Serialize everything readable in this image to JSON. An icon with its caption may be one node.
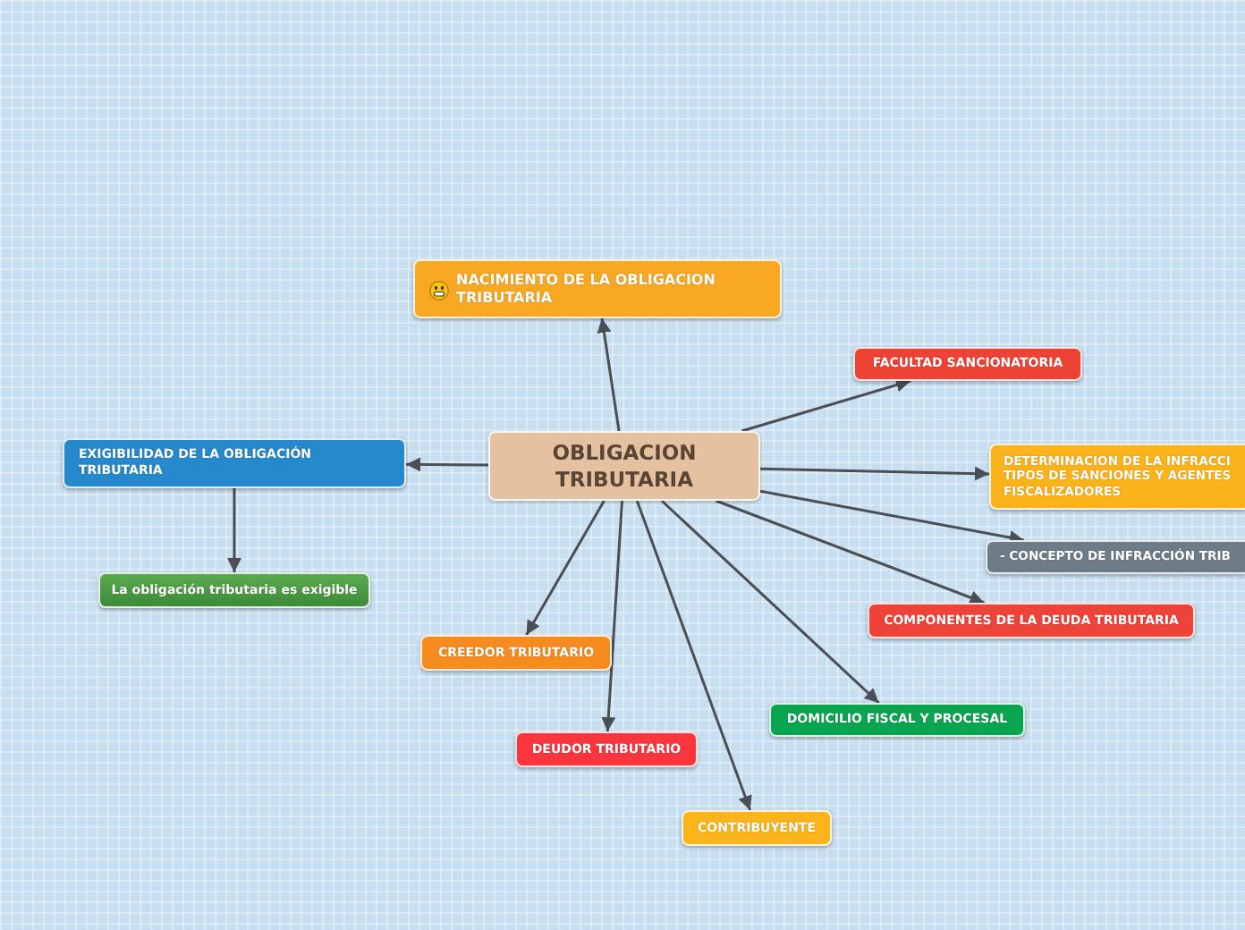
{
  "diagram": {
    "nodes": [
      {
        "text": [
          "OBLIGACION TRIBUTARIA"
        ]
      },
      {
        "text": [
          "NACIMIENTO DE LA OBLIGACION TRIBUTARIA"
        ]
      },
      {
        "text": [
          "FACULTAD SANCIONATORIA"
        ]
      },
      {
        "text": [
          "EXIGIBILIDAD DE LA OBLIGACIÓN TRIBUTARIA"
        ]
      },
      {
        "text": [
          "DETERMINACION DE LA INFRACCI TIPOS DE SANCIONES Y AGENTES FISCALIZADORES"
        ]
      },
      {
        "text": [
          "- CONCEPTO DE INFRACCIÓN TRIB"
        ]
      },
      {
        "text": [
          "La obligación tributaria es exigible"
        ]
      },
      {
        "text": [
          "COMPONENTES DE LA DEUDA TRIBUTARIA"
        ]
      },
      {
        "text": [
          "CREEDOR TRIBUTARIO"
        ]
      },
      {
        "text": [
          "DOMICILIO FISCAL Y PROCESAL"
        ]
      },
      {
        "text": [
          "DEUDOR TRIBUTARIO"
        ]
      },
      {
        "text": [
          "CONTRIBUYENTE"
        ]
      }
    ],
    "edges": [
      {
        "from": 0,
        "to": 1,
        "arrow": "to"
      },
      {
        "from": 0,
        "to": 2,
        "arrow": "to"
      },
      {
        "from": 0,
        "to": 3,
        "arrow": "to"
      },
      {
        "from": 0,
        "to": 4,
        "arrow": "to"
      },
      {
        "from": 0,
        "to": 5,
        "arrow": "to"
      },
      {
        "from": 3,
        "to": 6,
        "arrow": "to"
      },
      {
        "from": 0,
        "to": 7,
        "arrow": "to"
      },
      {
        "from": 0,
        "to": 8,
        "arrow": "to"
      },
      {
        "from": 0,
        "to": 9,
        "arrow": "to"
      },
      {
        "from": 0,
        "to": 10,
        "arrow": "to"
      },
      {
        "from": 0,
        "to": 11,
        "arrow": "to"
      }
    ]
  }
}
